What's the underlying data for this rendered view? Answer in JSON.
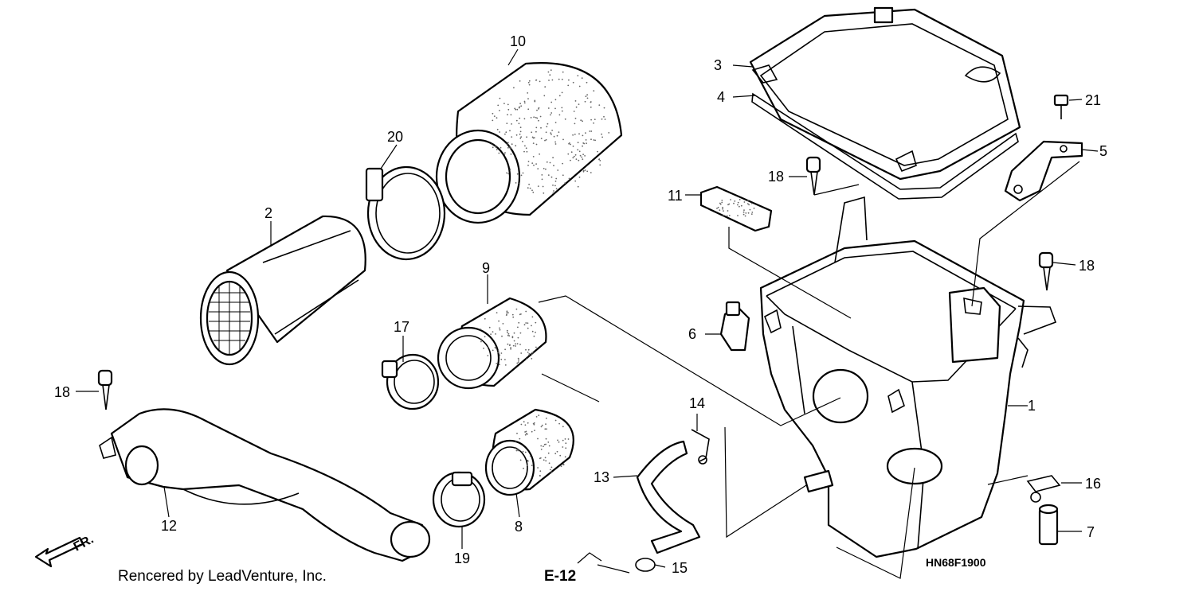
{
  "diagram": {
    "credit": "Rencered by LeadVenture, Inc.",
    "diagram_code": "HN68F1900",
    "direction_label": "FR.",
    "reference_label": "E-12",
    "callouts": [
      {
        "id": "c1",
        "label": "1"
      },
      {
        "id": "c2",
        "label": "2"
      },
      {
        "id": "c3",
        "label": "3"
      },
      {
        "id": "c4",
        "label": "4"
      },
      {
        "id": "c5",
        "label": "5"
      },
      {
        "id": "c6",
        "label": "6"
      },
      {
        "id": "c7",
        "label": "7"
      },
      {
        "id": "c8",
        "label": "8"
      },
      {
        "id": "c9",
        "label": "9"
      },
      {
        "id": "c10",
        "label": "10"
      },
      {
        "id": "c11",
        "label": "11"
      },
      {
        "id": "c12",
        "label": "12"
      },
      {
        "id": "c13",
        "label": "13"
      },
      {
        "id": "c14",
        "label": "14"
      },
      {
        "id": "c15",
        "label": "15"
      },
      {
        "id": "c16",
        "label": "16"
      },
      {
        "id": "c17",
        "label": "17"
      },
      {
        "id": "c18a",
        "label": "18"
      },
      {
        "id": "c18b",
        "label": "18"
      },
      {
        "id": "c18c",
        "label": "18"
      },
      {
        "id": "c19",
        "label": "19"
      },
      {
        "id": "c20",
        "label": "20"
      },
      {
        "id": "c21",
        "label": "21"
      }
    ]
  }
}
